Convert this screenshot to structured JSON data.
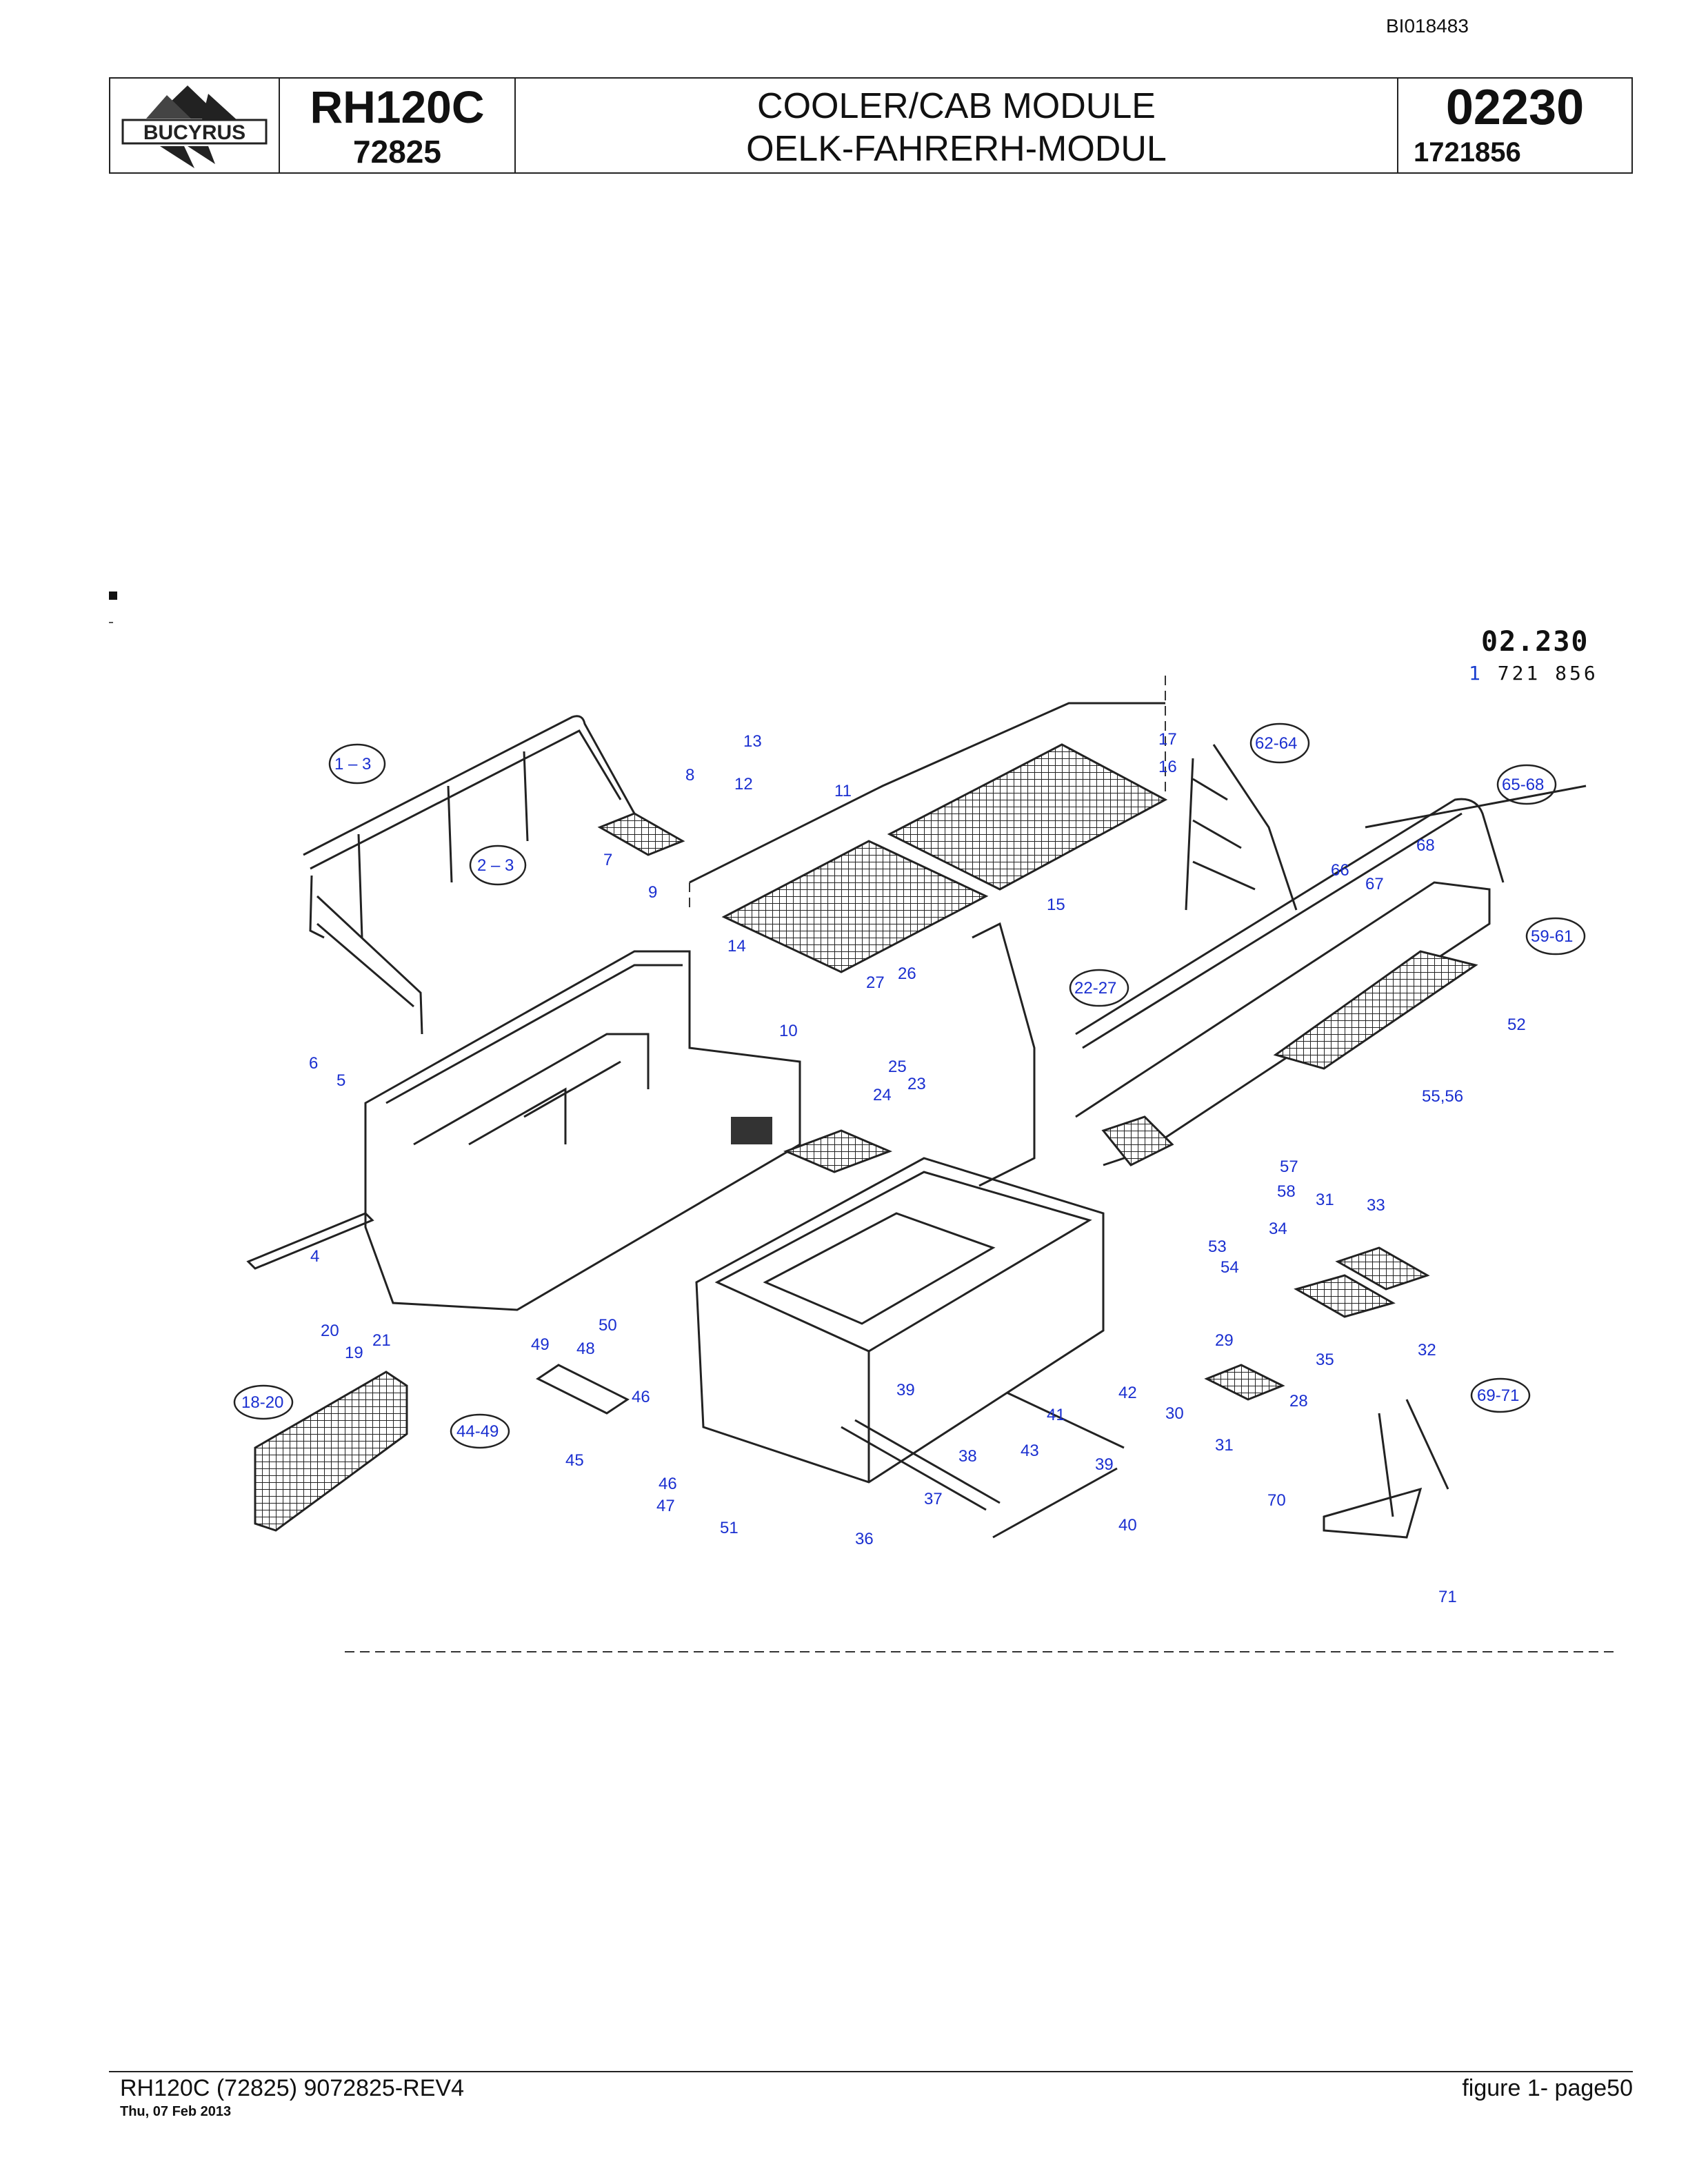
{
  "doc_id": "BI018483",
  "header": {
    "logo_text": "BUCYRUS",
    "model": "RH120C",
    "serial": "72825",
    "title_en": "COOLER/CAB MODULE",
    "title_de": "OELK-FAHRERH-MODUL",
    "group_no": "02230",
    "part_no": "1721856"
  },
  "figure": {
    "code": "02.230",
    "part_prefix": "1",
    "part_rest": "721 856",
    "callouts": [
      "1 – 3",
      "2 – 3",
      "4",
      "5",
      "6",
      "7",
      "8",
      "9",
      "10",
      "11",
      "12",
      "13",
      "14",
      "15",
      "16",
      "17",
      "18-20",
      "19",
      "20",
      "21",
      "22-27",
      "23",
      "24",
      "25",
      "26",
      "27",
      "28",
      "29",
      "30",
      "31",
      "31",
      "32",
      "33",
      "34",
      "35",
      "36",
      "37",
      "38",
      "39",
      "39",
      "40",
      "41",
      "42",
      "43",
      "44-49",
      "45",
      "46",
      "46",
      "47",
      "48",
      "49",
      "50",
      "51",
      "52",
      "53",
      "54",
      "55,56",
      "57",
      "58",
      "59-61",
      "62-64",
      "65-68",
      "66",
      "67",
      "68",
      "69-71",
      "70",
      "71"
    ]
  },
  "footer": {
    "left": "RH120C (72825) 9072825-REV4",
    "date": "Thu, 07 Feb 2013",
    "right": "figure  1- page50"
  }
}
